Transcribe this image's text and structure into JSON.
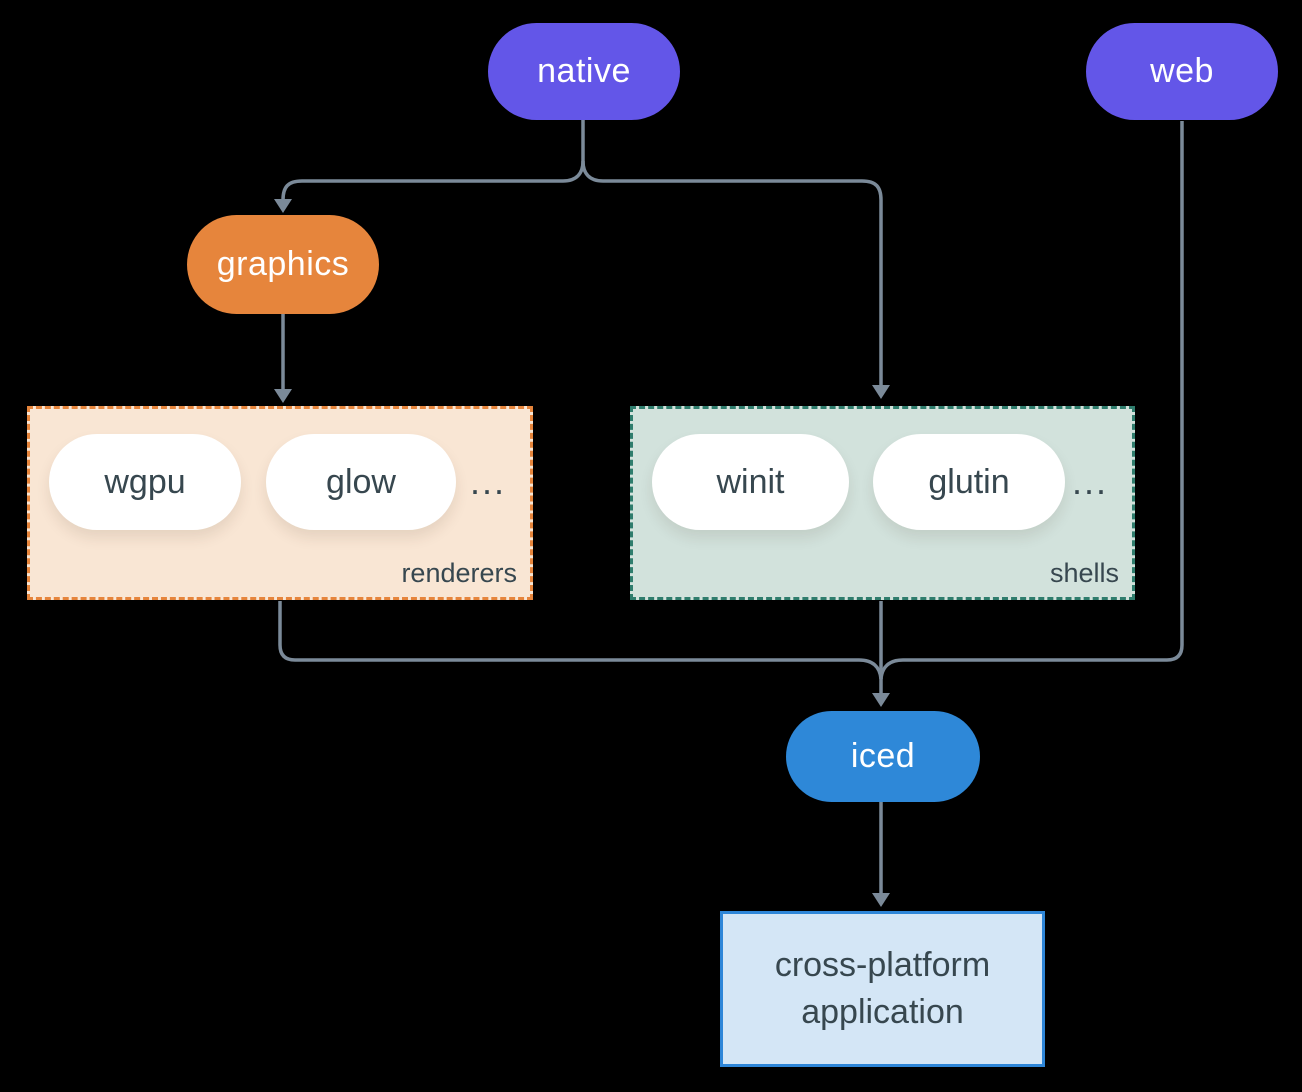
{
  "canvas": {
    "background": "#000000",
    "edge_color": "#7b8a99",
    "dark_text_color": "#37474f"
  },
  "nodes": {
    "native": {
      "label": "native",
      "bg": "#6356e8",
      "text_color": "#ffffff"
    },
    "web": {
      "label": "web",
      "bg": "#6356e8",
      "text_color": "#ffffff"
    },
    "graphics": {
      "label": "graphics",
      "bg": "#e6853c",
      "text_color": "#ffffff"
    },
    "iced": {
      "label": "iced",
      "bg": "#2e88d8",
      "text_color": "#ffffff"
    },
    "application": {
      "label_line1": "cross-platform",
      "label_line2": "application",
      "bg": "#d4e6f6",
      "border": "#2e86d8",
      "text_color": "#37474f"
    }
  },
  "groups": {
    "renderers": {
      "label": "renderers",
      "items": [
        "wgpu",
        "glow"
      ],
      "ellipsis": "...",
      "bg": "#f9e6d4",
      "border": "#e6853c"
    },
    "shells": {
      "label": "shells",
      "items": [
        "winit",
        "glutin"
      ],
      "ellipsis": "...",
      "bg": "#d2e2dc",
      "border": "#2f7d6d"
    }
  }
}
